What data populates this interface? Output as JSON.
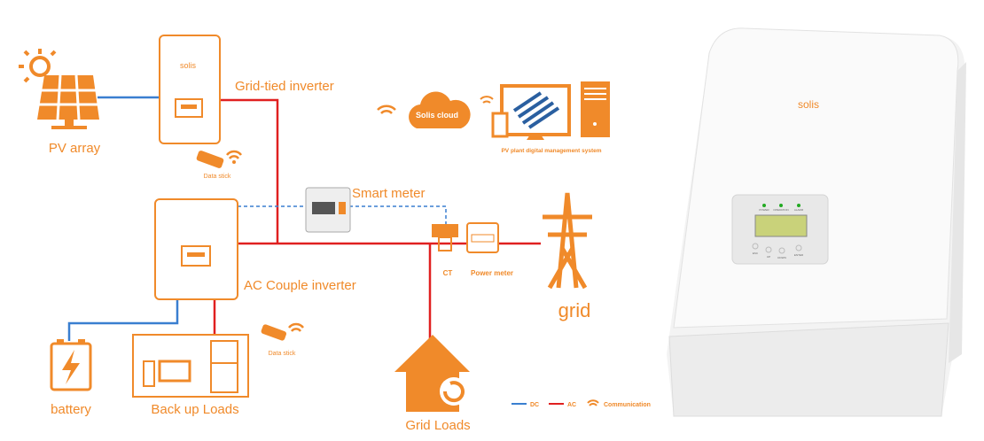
{
  "labels": {
    "pv_array": "PV array",
    "grid_tied_inverter": "Grid-tied inverter",
    "data_stick_1": "Data stick",
    "smart_meter": "Smart meter",
    "ac_couple_inverter": "AC Couple inverter",
    "ct": "CT",
    "power_meter": "Power meter",
    "grid": "grid",
    "data_stick_2": "Data stick",
    "battery": "battery",
    "backup_loads": "Back up Loads",
    "grid_loads": "Grid Loads",
    "solis_cloud": "Solis cloud",
    "pv_plant_system": "PV plant digital management system",
    "brand": "solis"
  },
  "legend": [
    {
      "label": "DC",
      "color": "#3a7fd0"
    },
    {
      "label": "AC",
      "color": "#e02020"
    },
    {
      "label": "Communication",
      "color": "#f08a2a"
    }
  ],
  "product": {
    "brand": "solis",
    "leds": [
      "POWER",
      "OPERATION",
      "ALARM"
    ],
    "buttons": [
      "ESC",
      "UP",
      "DOWN",
      "ENTER"
    ]
  },
  "colors": {
    "accent": "#f08a2a",
    "dc": "#3a7fd0",
    "ac": "#e02020"
  }
}
